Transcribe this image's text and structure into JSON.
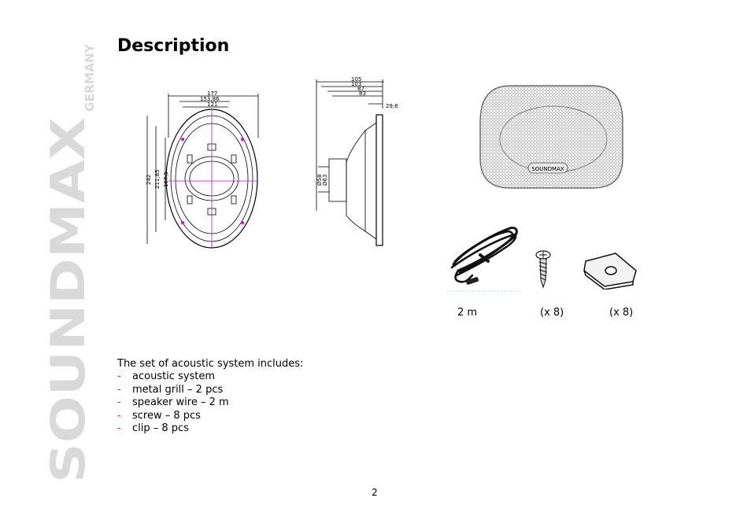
{
  "brand": {
    "name": "SOUNDMAX",
    "sub": "GERMANY",
    "grill_logo": "SOUNDMAX"
  },
  "page": {
    "title": "Description",
    "number": "2"
  },
  "drawing": {
    "front_dims": [
      "177",
      "153,86",
      "121"
    ],
    "front_vdims": [
      "242",
      "211,85",
      "167,5"
    ],
    "side_dims": [
      "105",
      "103",
      "87",
      "83"
    ],
    "side_depth": "29,6",
    "side_vdims": [
      "Ø58",
      "Ø63"
    ]
  },
  "accessories": {
    "wire_qty": "2 m",
    "screw_qty": "(x 8)",
    "clip_qty": "(x 8)"
  },
  "contents": {
    "intro": "The set of acoustic system includes:",
    "bullet": "-",
    "items": [
      "acoustic system",
      "metal grill – 2 pcs",
      "speaker wire – 2 m",
      "screw – 8 pcs",
      "clip – 8 pcs"
    ]
  },
  "colors": {
    "brand_gray": "#d9d9d9",
    "axis_magenta": "#e000e0",
    "bullet": "#c04020"
  }
}
